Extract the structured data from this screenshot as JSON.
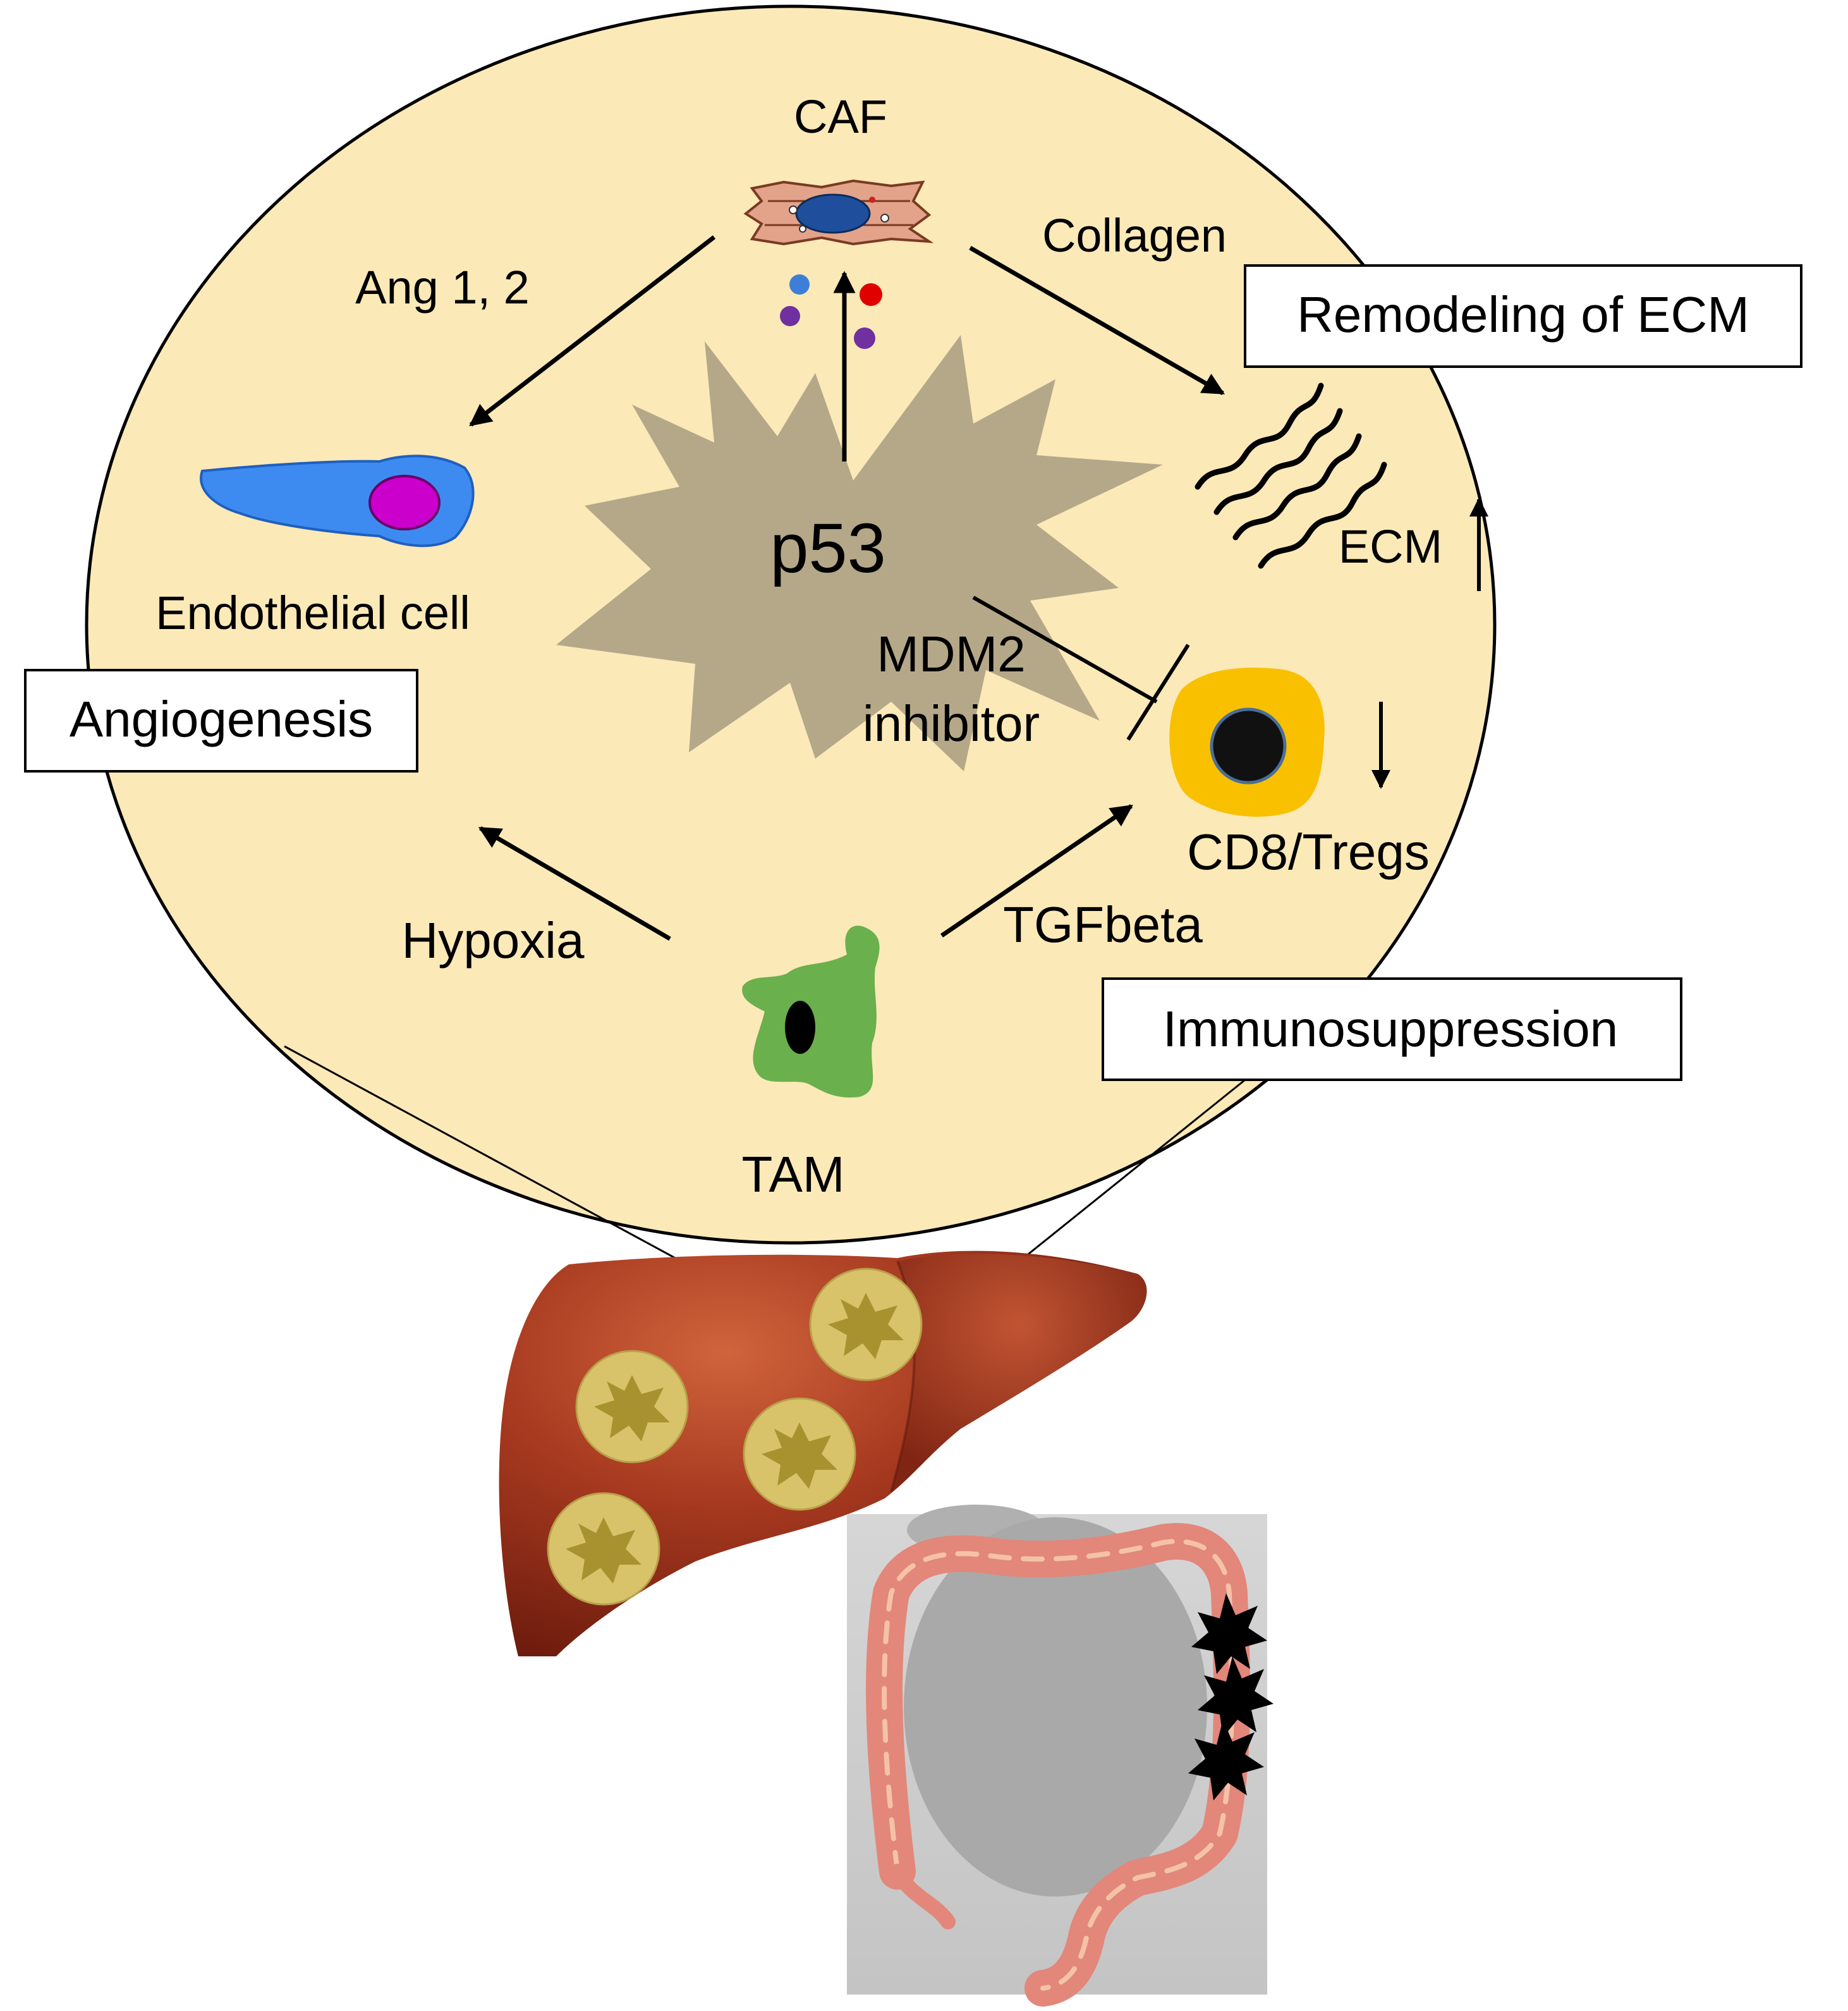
{
  "diagram": {
    "center_label": "p53",
    "cells": {
      "caf": "CAF",
      "endothelial": "Endothelial cell",
      "tam": "TAM",
      "t_cells": "CD8/Tregs"
    },
    "factors": {
      "angiopoietin": "Ang 1, 2",
      "collagen": "Collagen",
      "hypoxia": "Hypoxia",
      "tgf": "TGFbeta",
      "ecm": "ECM",
      "mdm2_line1": "MDM2",
      "mdm2_line2": "inhibitor"
    },
    "boxes": {
      "angiogenesis": "Angiogenesis",
      "remodeling": "Remodeling of ECM",
      "immunosuppression": "Immunosuppression"
    },
    "colors": {
      "microenvironment": "#FBE9B7",
      "p53_star": "#B5A889",
      "endothelial": "#3D8BF0",
      "endothelial_nucleus": "#CC00CC",
      "caf": "#E2A38A",
      "caf_nucleus": "#1F4E9C",
      "tam": "#6AB04C",
      "t_cell": "#F9C000",
      "liver": "#8E2A18",
      "metastasis": "#D8C36A",
      "colon": "#E2877A",
      "tumor_star": "#000000"
    },
    "icons": [
      "caf-cell-icon",
      "endothelial-cell-icon",
      "tam-cell-icon",
      "t-cell-icon",
      "ecm-fibers-icon",
      "liver-icon",
      "colon-icon"
    ]
  }
}
